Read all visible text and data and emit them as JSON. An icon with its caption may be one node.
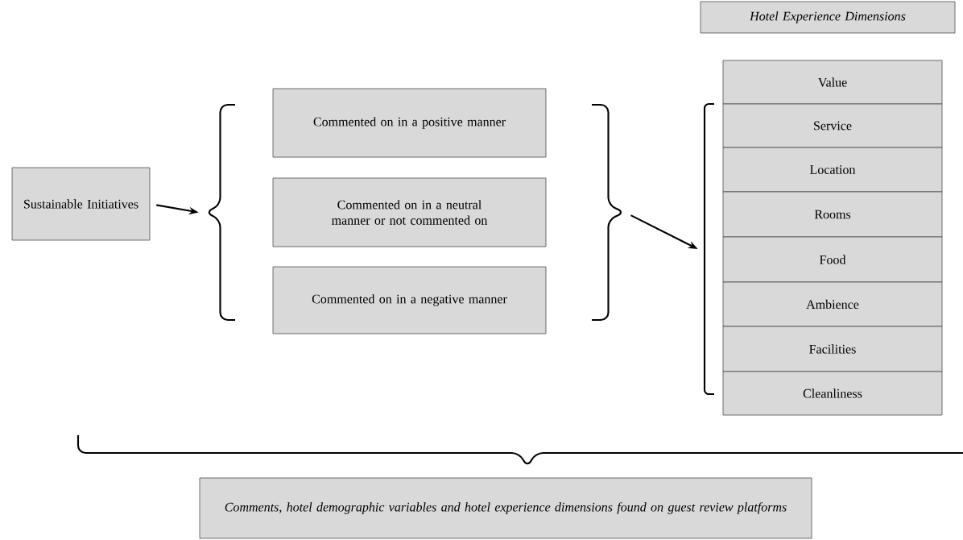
{
  "diagram": {
    "nodes": [
      {
        "text": [
          "Sustainable Initiatives"
        ]
      },
      {
        "text": [],
        "shape": "brace"
      },
      {
        "text": [
          "Commented on in a positive manner"
        ]
      },
      {
        "text": [
          "Commented on in a neutral manner or not commented on"
        ]
      },
      {
        "text": [
          "Commented on in a negative manner"
        ]
      },
      {
        "text": [],
        "shape": "brace"
      },
      {
        "text": [
          "Hotel Experience Dimensions"
        ]
      },
      {
        "text": [],
        "shape": "bracket"
      },
      {
        "text": [
          "Value"
        ]
      },
      {
        "text": [
          "Service"
        ]
      },
      {
        "text": [
          "Location"
        ]
      },
      {
        "text": [
          "Rooms"
        ]
      },
      {
        "text": [
          "Food"
        ]
      },
      {
        "text": [
          "Ambience"
        ]
      },
      {
        "text": [
          "Facilities"
        ]
      },
      {
        "text": [
          "Cleanliness"
        ]
      },
      {
        "text": [
          "Comments, hotel demographic variables and hotel experience dimensions found on guest review platforms"
        ]
      }
    ],
    "edges": [
      {
        "from": 0,
        "to": 1,
        "arrow": "to"
      },
      {
        "from": 5,
        "to": 7,
        "arrow": "to"
      }
    ]
  }
}
